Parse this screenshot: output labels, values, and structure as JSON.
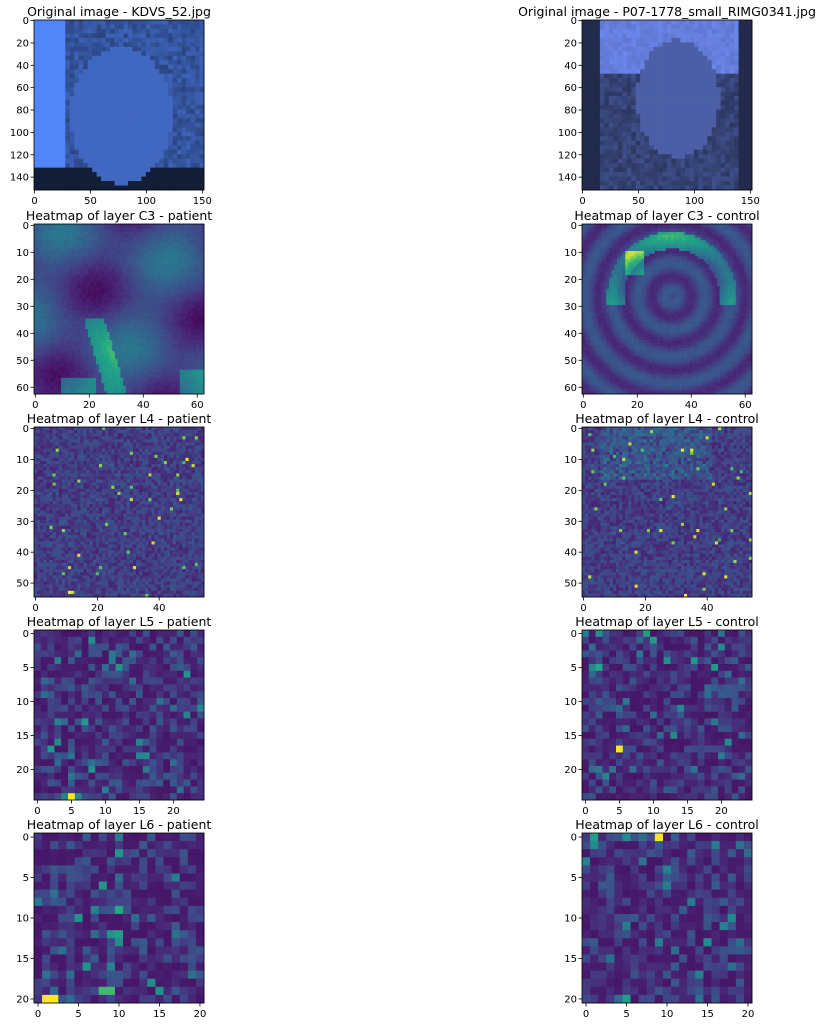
{
  "palette": {
    "viridis_low": "#440154",
    "viridis_mid": "#21918c",
    "viridis_high": "#fde725",
    "photo_left": "#3d63b8",
    "photo_right": "#3f4f8a"
  },
  "chart_data": [
    {
      "type": "heatmap",
      "content": "photo",
      "title": "Original image - KDVS_52.jpg",
      "grid_size": 152,
      "xticks": [
        0,
        50,
        100,
        150
      ],
      "yticks": [
        0,
        20,
        40,
        60,
        80,
        100,
        120,
        140
      ],
      "xlim": [
        0,
        152
      ],
      "ylim": [
        152,
        0
      ],
      "grid": false
    },
    {
      "type": "heatmap",
      "content": "photo",
      "title": "Original image - P07-1778_small_RIMG0341.jpg",
      "grid_size": 152,
      "xticks": [
        0,
        50,
        100,
        150
      ],
      "yticks": [
        0,
        20,
        40,
        60,
        80,
        100,
        120,
        140
      ],
      "xlim": [
        0,
        152
      ],
      "ylim": [
        152,
        0
      ],
      "grid": false
    },
    {
      "type": "heatmap",
      "title": "Heatmap of layer C3 - patient",
      "grid_size": 63,
      "xticks": [
        0,
        20,
        40,
        60
      ],
      "yticks": [
        0,
        10,
        20,
        30,
        40,
        50,
        60
      ],
      "colormap": "viridis",
      "grid": false
    },
    {
      "type": "heatmap",
      "title": "Heatmap of layer C3 - control",
      "grid_size": 63,
      "xticks": [
        0,
        20,
        40,
        60
      ],
      "yticks": [
        0,
        10,
        20,
        30,
        40,
        50,
        60
      ],
      "colormap": "viridis",
      "grid": false
    },
    {
      "type": "heatmap",
      "title": "Heatmap of layer L4 - patient",
      "grid_size": 55,
      "xticks": [
        0,
        20,
        40
      ],
      "yticks": [
        0,
        10,
        20,
        30,
        40,
        50
      ],
      "colormap": "viridis",
      "grid": false
    },
    {
      "type": "heatmap",
      "title": "Heatmap of layer L4 - control",
      "grid_size": 55,
      "xticks": [
        0,
        20,
        40
      ],
      "yticks": [
        0,
        10,
        20,
        30,
        40,
        50
      ],
      "colormap": "viridis",
      "grid": false
    },
    {
      "type": "heatmap",
      "title": "Heatmap of layer L5 - patient",
      "grid_size": 25,
      "xticks": [
        0,
        5,
        10,
        15,
        20
      ],
      "yticks": [
        0,
        5,
        10,
        15,
        20
      ],
      "colormap": "viridis",
      "grid": false
    },
    {
      "type": "heatmap",
      "title": "Heatmap of layer L5 - control",
      "grid_size": 25,
      "xticks": [
        0,
        5,
        10,
        15,
        20
      ],
      "yticks": [
        0,
        5,
        10,
        15,
        20
      ],
      "colormap": "viridis",
      "grid": false
    },
    {
      "type": "heatmap",
      "title": "Heatmap of layer L6 - patient",
      "grid_size": 21,
      "xticks": [
        0,
        5,
        10,
        15,
        20
      ],
      "yticks": [
        0,
        5,
        10,
        15,
        20
      ],
      "colormap": "viridis",
      "grid": false
    },
    {
      "type": "heatmap",
      "title": "Heatmap of layer L6 - control",
      "grid_size": 21,
      "xticks": [
        0,
        5,
        10,
        15,
        20
      ],
      "yticks": [
        0,
        5,
        10,
        15,
        20
      ],
      "colormap": "viridis",
      "grid": false
    }
  ]
}
